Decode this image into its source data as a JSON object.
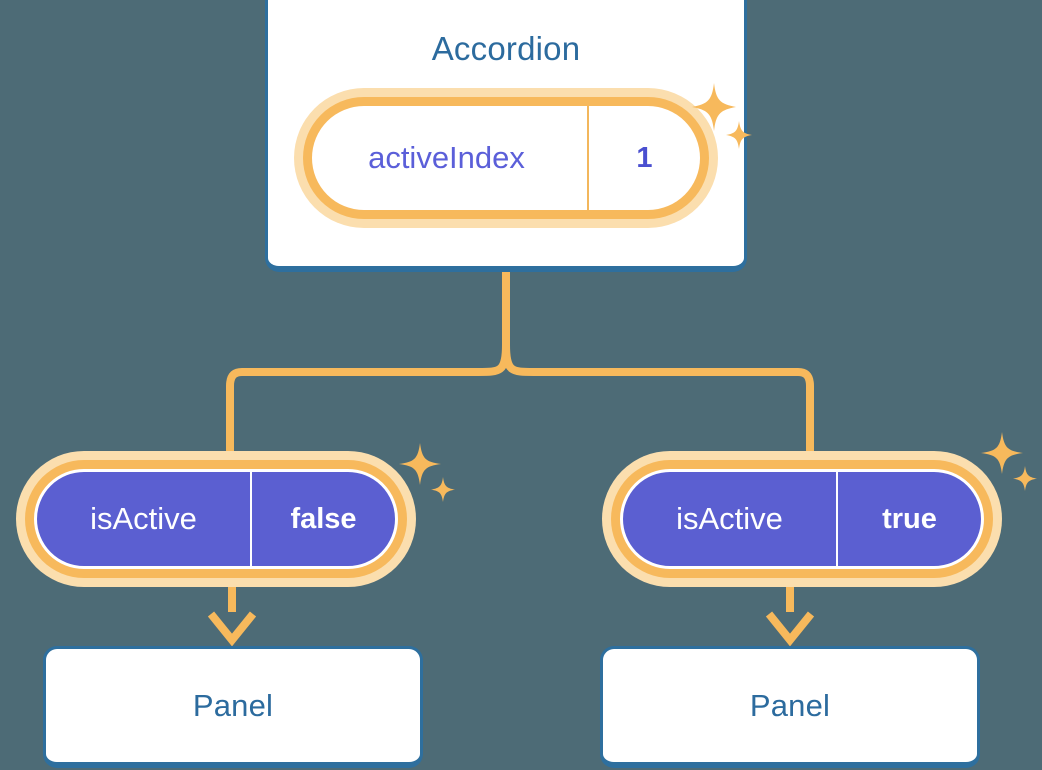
{
  "diagram": {
    "title_node": {
      "label": "Accordion",
      "state": {
        "key": "activeIndex",
        "value": "1"
      }
    },
    "children": [
      {
        "state": {
          "key": "isActive",
          "value": "false"
        },
        "node": {
          "label": "Panel"
        }
      },
      {
        "state": {
          "key": "isActive",
          "value": "true"
        },
        "node": {
          "label": "Panel"
        }
      }
    ],
    "icons": {
      "sparkle": "sparkle-icon",
      "arrow": "arrow-down-icon",
      "connector": "tree-connector"
    },
    "colors": {
      "background": "#4d6b76",
      "card_border": "#2e6f9e",
      "card_text": "#2c6b9e",
      "card_fill": "#ffffff",
      "accent_orange": "#f7b95c",
      "accent_orange_soft": "#fbdeae",
      "state_purple": "#5b5fd1",
      "state_purple_text": "#5b5fd9",
      "state_text_light": "#ffffff"
    }
  }
}
